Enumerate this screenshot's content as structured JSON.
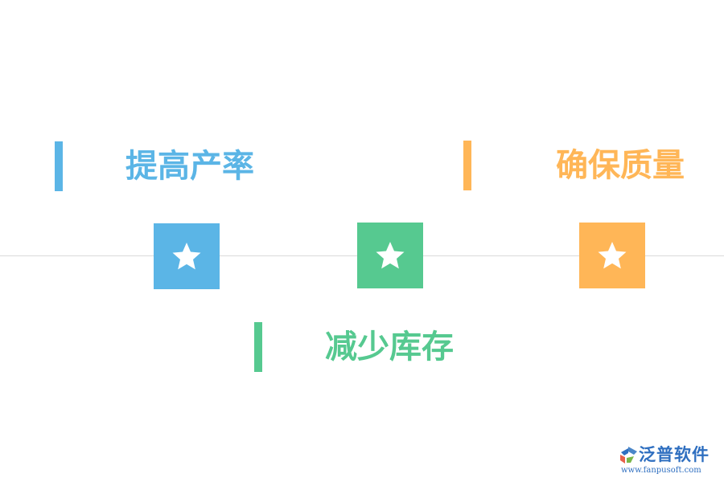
{
  "items": [
    {
      "label": "提高产率",
      "color": "#5bb5e6"
    },
    {
      "label": "减少库存",
      "color": "#56c990"
    },
    {
      "label": "确保质量",
      "color": "#ffb657"
    }
  ],
  "markers": [
    {
      "icon": "star-icon",
      "color": "#5bb5e6"
    },
    {
      "icon": "star-icon",
      "color": "#56c990"
    },
    {
      "icon": "star-icon",
      "color": "#ffb657"
    }
  ],
  "brand": {
    "name": "泛普软件",
    "url": "www.fanpusoft.com",
    "logo_icon": "fanpu-logo-icon"
  }
}
